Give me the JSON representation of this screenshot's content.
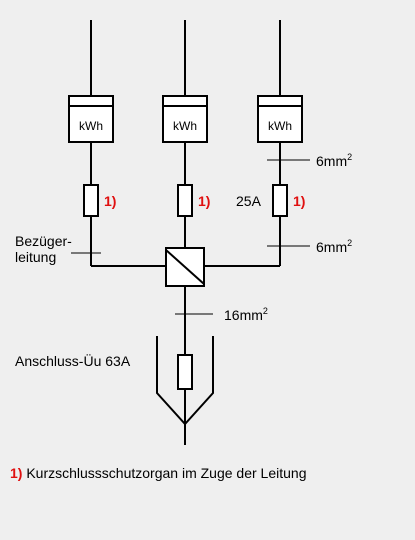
{
  "meters": [
    {
      "label": "kWh"
    },
    {
      "label": "kWh"
    },
    {
      "label": "kWh"
    }
  ],
  "fuse_marks": [
    "1)",
    "1)",
    "1)"
  ],
  "labels": {
    "cable_upper": "6mm",
    "cable_upper_sup": "2",
    "cable_lower": "6mm",
    "cable_lower_sup": "2",
    "fuse_rating": "25A",
    "bezueger_line1": "Bezüger-",
    "bezueger_line2": "leitung",
    "main_cable": "16mm",
    "main_cable_sup": "2",
    "anschluss": "Anschluss-Üu 63A"
  },
  "footnote": {
    "mark": "1)",
    "text": " Kurzschlussschutzorgan im Zuge der Leitung"
  }
}
